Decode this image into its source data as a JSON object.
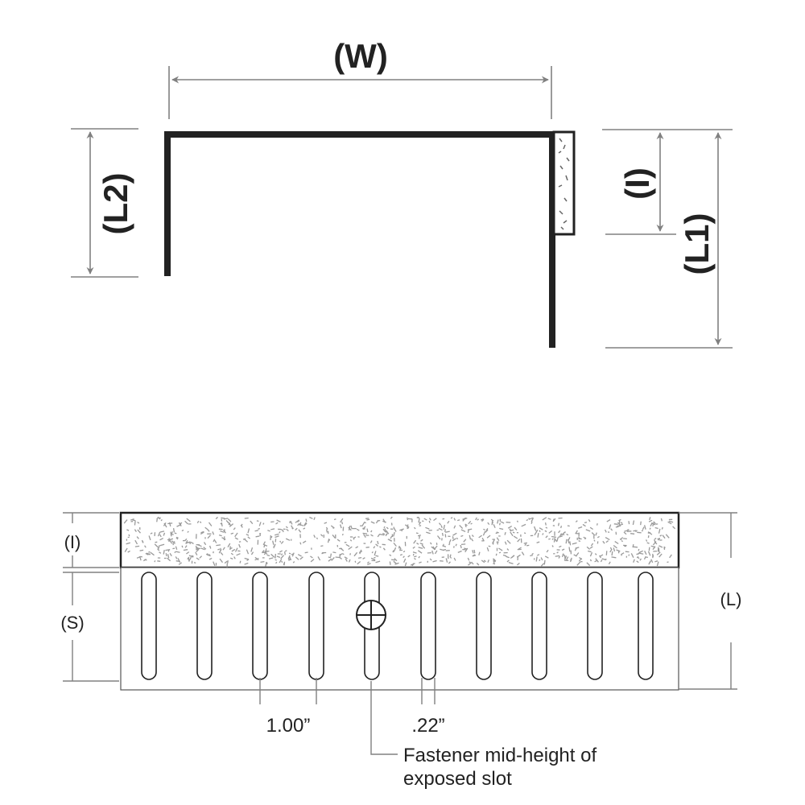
{
  "top_view": {
    "width_label": "(W)",
    "left_leg_label": "(L2)",
    "insert_label": "(I)",
    "right_leg_label": "(L1)"
  },
  "front_view": {
    "insert_label": "(I)",
    "slot_label": "(S)",
    "length_label": "(L)",
    "slot_spacing": "1.00”",
    "slot_width": ".22”",
    "fastener_note_line1": "Fastener mid-height of",
    "fastener_note_line2": "exposed slot"
  },
  "colors": {
    "profile": "#222222",
    "dimension": "#808080",
    "speckle": "#9a9a9a"
  }
}
